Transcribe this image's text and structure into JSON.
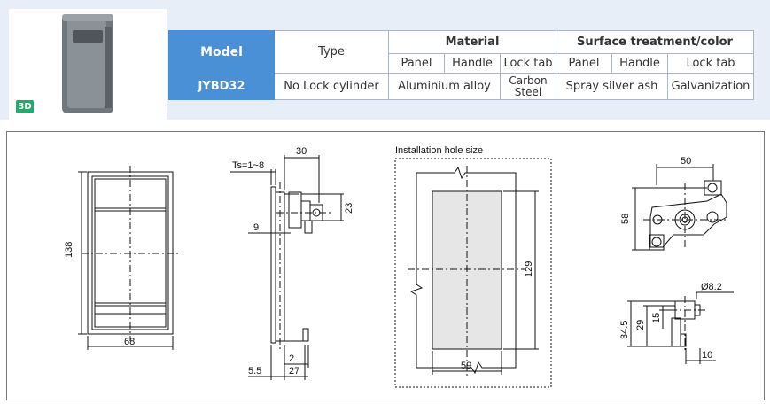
{
  "header": {
    "badge": "3D"
  },
  "spec_table": {
    "model_header": "Model",
    "type_header": "Type",
    "material_header": "Material",
    "surface_header": "Surface treatment/color",
    "sub_headers": [
      "Panel",
      "Handle",
      "Lock tab",
      "Panel",
      "Handle",
      "Lock tab"
    ],
    "model_value": "JYBD32",
    "type_value": "No Lock cylinder",
    "material_panel_handle": "Aluminium alloy",
    "lock_tab_material_line1": "Carbon",
    "lock_tab_material_line2": "Steel",
    "surface_panel_handle": "Spray silver ash",
    "surface_lock_tab": "Galvanization"
  },
  "drawing": {
    "front_height": "138",
    "front_width": "68",
    "side_ts": "Ts=1~8",
    "side_top": "30",
    "side_23": "23",
    "side_9": "9",
    "side_2": "2",
    "side_5_5": "5.5",
    "side_27": "27",
    "install_label": "Installation hole size",
    "install_height": "129",
    "install_width": "59",
    "tab_width": "50",
    "tab_height": "58",
    "tab_diameter": "Ø8.2",
    "tab_34_5": "34.5",
    "tab_29": "29",
    "tab_15": "15",
    "tab_10": "10"
  },
  "colors": {
    "header_blue": "#4a90d6",
    "band": "#e7eef7",
    "badge_green": "#26a96c",
    "hole_fill": "#e6e6e6"
  }
}
